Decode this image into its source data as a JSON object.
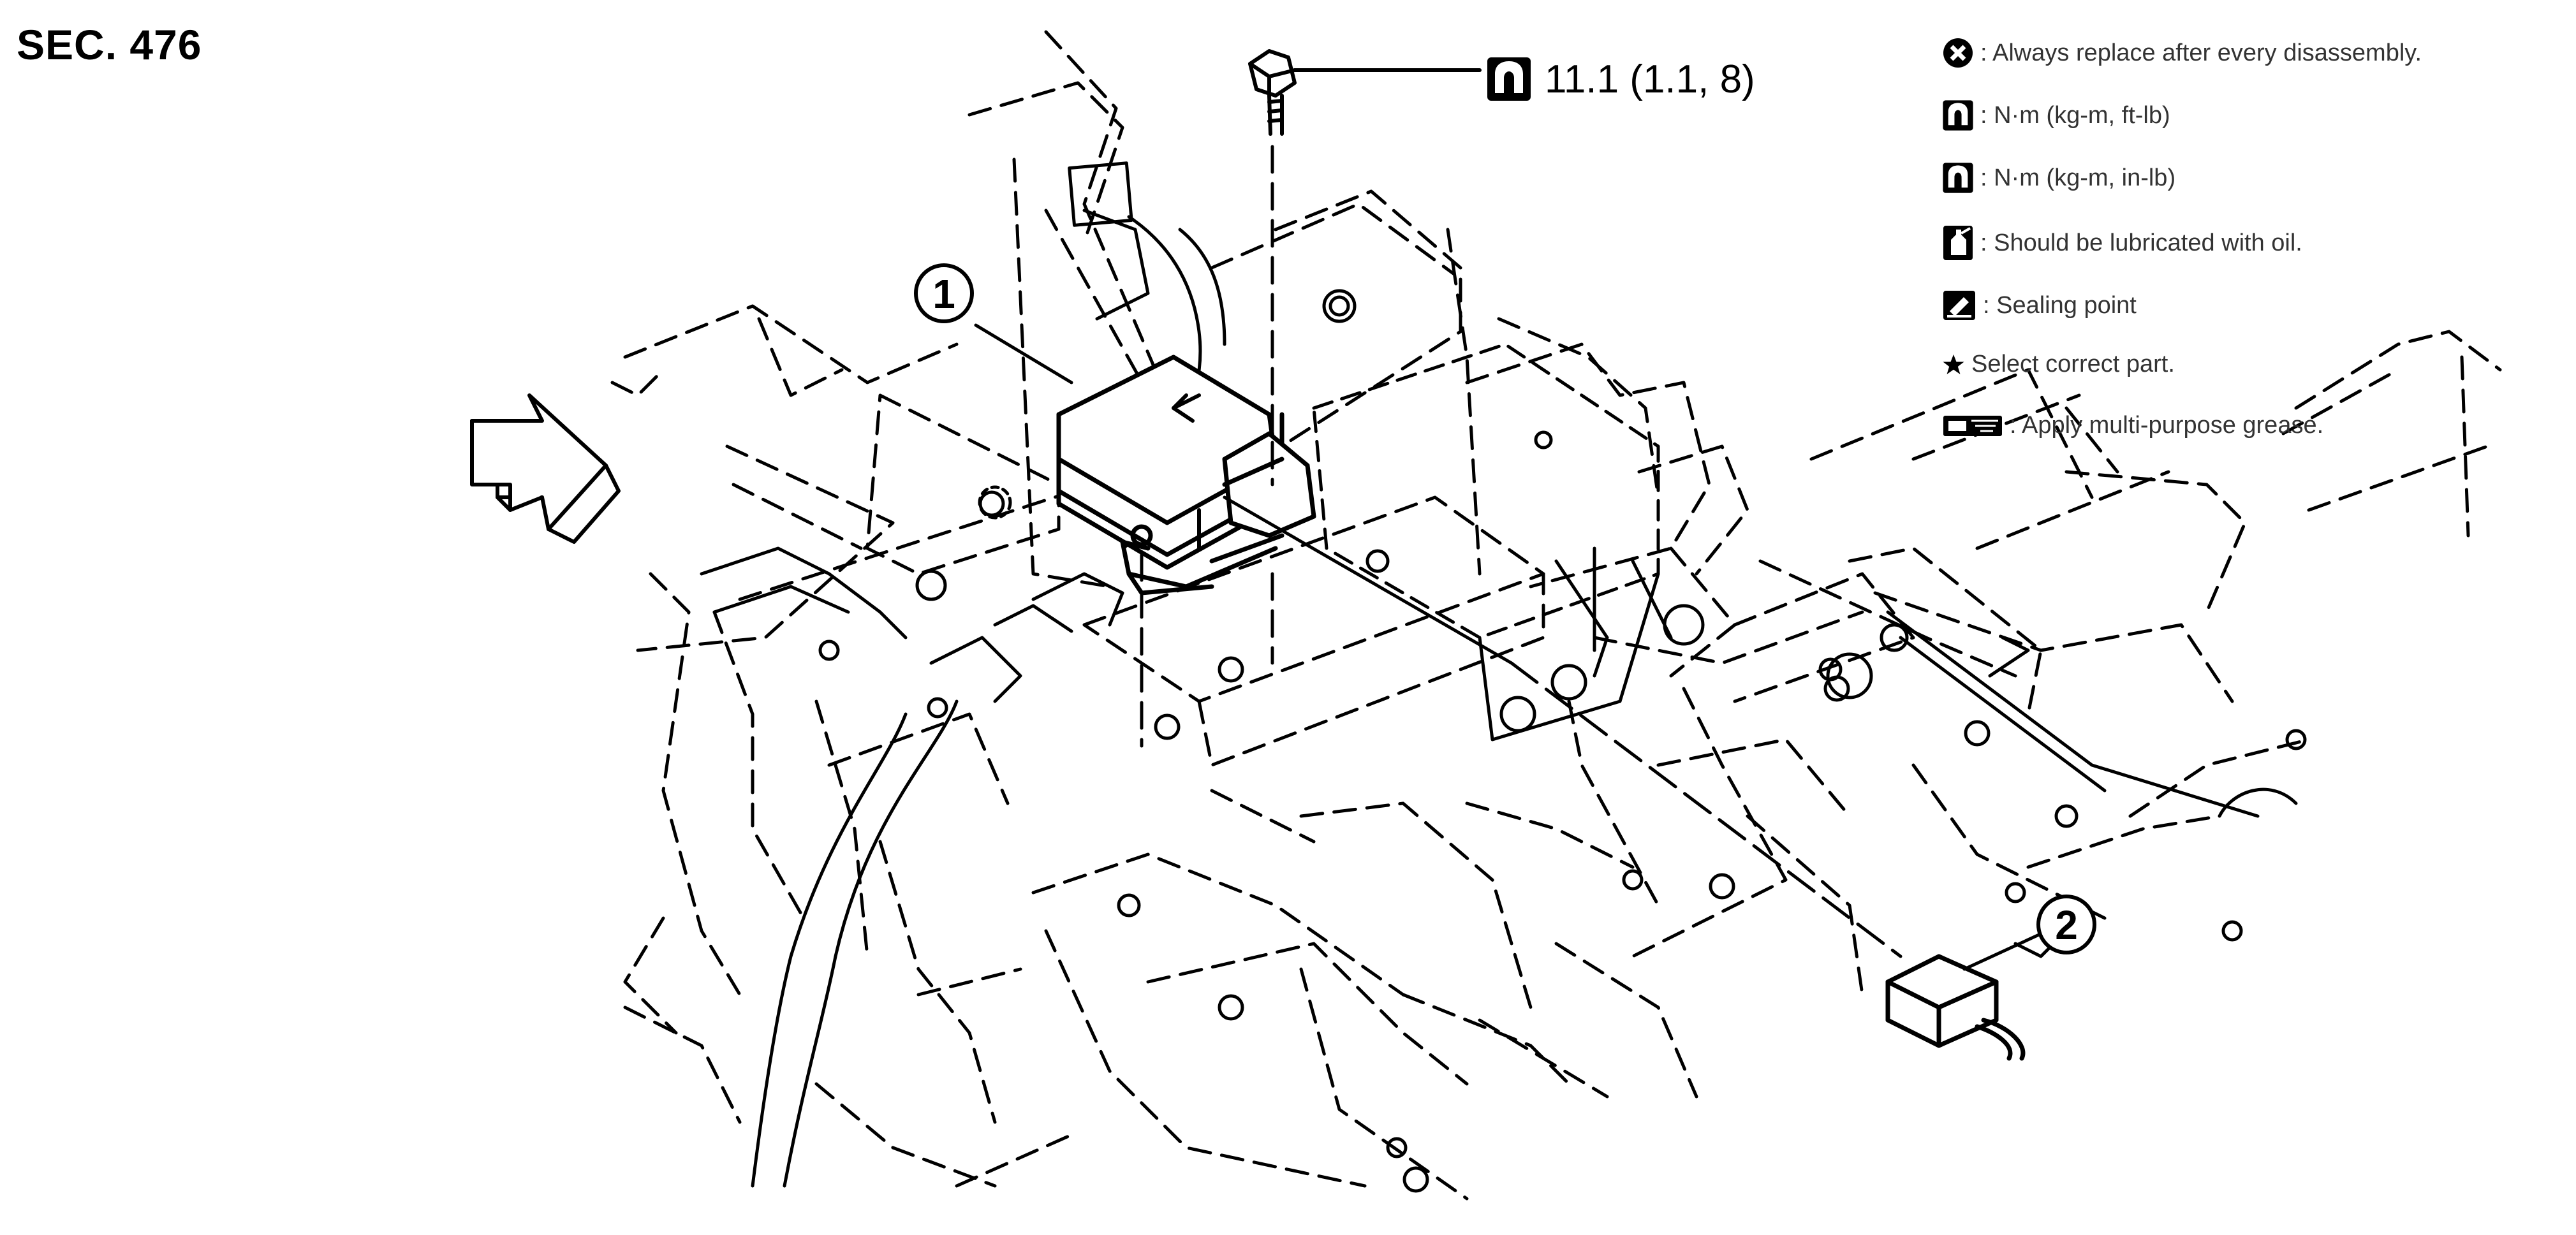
{
  "section": {
    "label": "SEC. 476"
  },
  "torque_callout": {
    "icon": "torque-wrench-ft-lb-icon",
    "value": "11.1 (1.1, 8)"
  },
  "legend": {
    "items": [
      {
        "icon": "always-replace-icon",
        "text": ": Always replace after every disassembly."
      },
      {
        "icon": "torque-ft-lb-icon",
        "text": ": N·m (kg-m, ft-lb)"
      },
      {
        "icon": "torque-in-lb-icon",
        "text": ": N·m (kg-m, in-lb)"
      },
      {
        "icon": "oil-can-icon",
        "text": ": Should be lubricated with oil."
      },
      {
        "icon": "sealing-point-icon",
        "text": ": Sealing point"
      },
      {
        "icon": "star-icon",
        "text": "Select correct part."
      },
      {
        "icon": "grease-icon",
        "text": ": Apply multi-purpose grease."
      }
    ]
  },
  "callouts": [
    {
      "label": "1"
    },
    {
      "label": "2"
    }
  ],
  "colors": {
    "line": "#000000",
    "legend_text": "#333333",
    "background": "#ffffff"
  }
}
